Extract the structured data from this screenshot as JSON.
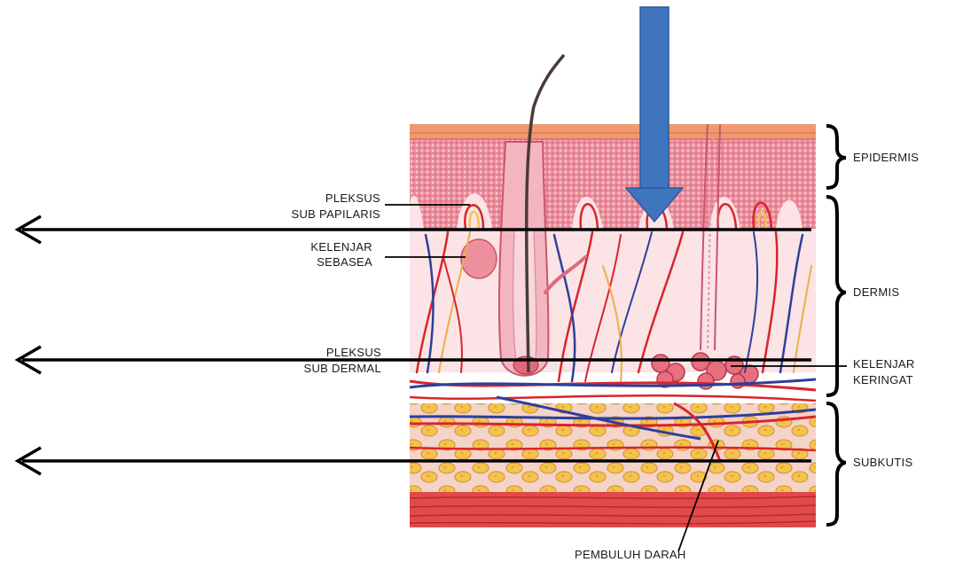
{
  "labels": {
    "pleksus_sub_papilaris_1": "PLEKSUS",
    "pleksus_sub_papilaris_2": "SUB PAPILARIS",
    "kelenjar_sebasea_1": "KELENJAR",
    "kelenjar_sebasea_2": "SEBASEA",
    "pleksus_sub_dermal_1": "PLEKSUS",
    "pleksus_sub_dermal_2": "SUB DERMAL",
    "epidermis": "EPIDERMIS",
    "dermis": "DERMIS",
    "kelenjar_keringat_1": "KELENJAR",
    "kelenjar_keringat_2": "KERINGAT",
    "subkutis": "SUBKUTIS",
    "pembuluh_darah": "PEMBULUH DARAH"
  },
  "colors": {
    "epidermis": "#e6788a",
    "dermis": "#fbe3e6",
    "subcutis": "#f6c9c7",
    "fat": "#f2c44f",
    "artery": "#d8262b",
    "vein": "#2d3f9b",
    "nerve": "#e9b04a",
    "blue_arrow": "#3f75bf",
    "arrow": "#000000"
  }
}
